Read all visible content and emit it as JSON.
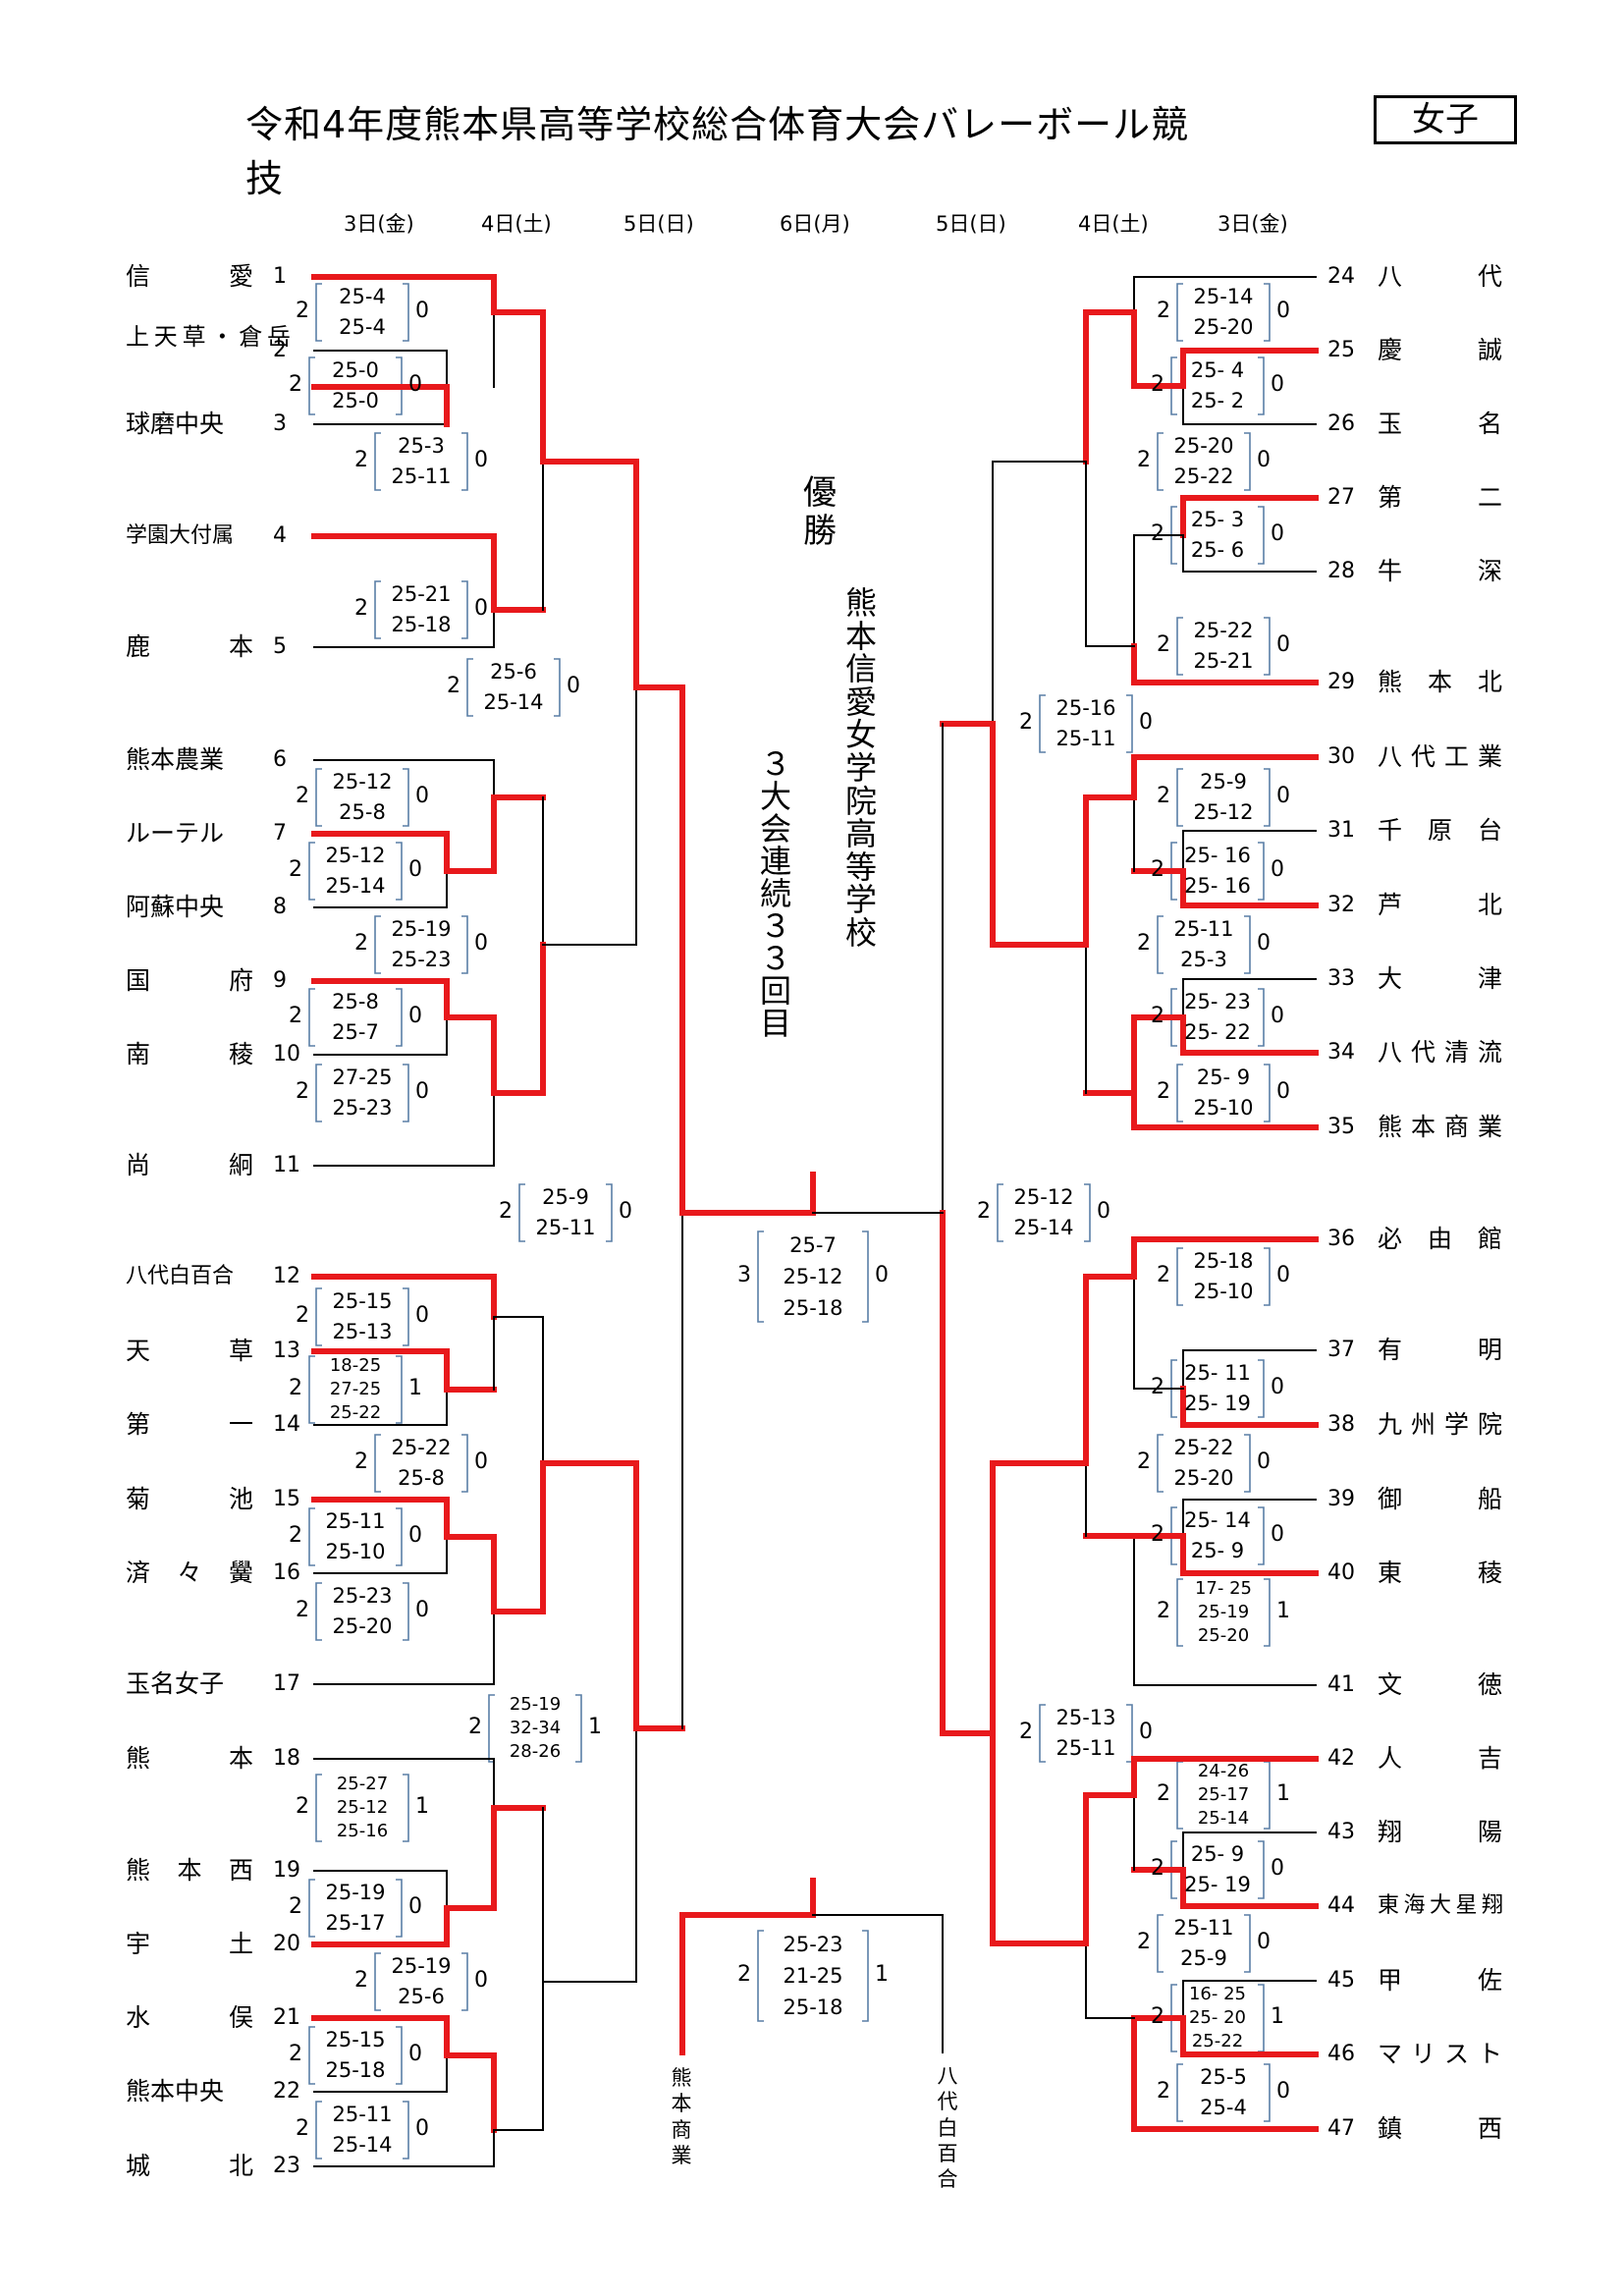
{
  "header": {
    "title": "令和4年度熊本県高等学校総合体育大会バレーボール競技",
    "badge": "女子"
  },
  "days": [
    {
      "label": "3日(金)"
    },
    {
      "label": "4日(土)"
    },
    {
      "label": "5日(日)"
    },
    {
      "label": "6日(月)"
    },
    {
      "label": "5日(日)"
    },
    {
      "label": "4日(土)"
    },
    {
      "label": "3日(金)"
    }
  ],
  "teams": [
    {
      "num": "1",
      "name": "信愛"
    },
    {
      "num": "2",
      "name": "上天草・倉岳"
    },
    {
      "num": "3",
      "name": "球磨中央"
    },
    {
      "num": "4",
      "name": "学園大付属"
    },
    {
      "num": "5",
      "name": "鹿本"
    },
    {
      "num": "6",
      "name": "熊本農業"
    },
    {
      "num": "7",
      "name": "ルーテル"
    },
    {
      "num": "8",
      "name": "阿蘇中央"
    },
    {
      "num": "9",
      "name": "国府"
    },
    {
      "num": "10",
      "name": "南稜"
    },
    {
      "num": "11",
      "name": "尚絅"
    },
    {
      "num": "12",
      "name": "八代白百合"
    },
    {
      "num": "13",
      "name": "天草"
    },
    {
      "num": "14",
      "name": "第一"
    },
    {
      "num": "15",
      "name": "菊池"
    },
    {
      "num": "16",
      "name": "済々黌"
    },
    {
      "num": "17",
      "name": "玉名女子"
    },
    {
      "num": "18",
      "name": "熊本"
    },
    {
      "num": "19",
      "name": "熊本西"
    },
    {
      "num": "20",
      "name": "宇土"
    },
    {
      "num": "21",
      "name": "水俣"
    },
    {
      "num": "22",
      "name": "熊本中央"
    },
    {
      "num": "23",
      "name": "城北"
    },
    {
      "num": "24",
      "name": "八代"
    },
    {
      "num": "25",
      "name": "慶誠"
    },
    {
      "num": "26",
      "name": "玉名"
    },
    {
      "num": "27",
      "name": "第二"
    },
    {
      "num": "28",
      "name": "牛深"
    },
    {
      "num": "29",
      "name": "熊本北"
    },
    {
      "num": "30",
      "name": "八代工業"
    },
    {
      "num": "31",
      "name": "千原台"
    },
    {
      "num": "32",
      "name": "芦北"
    },
    {
      "num": "33",
      "name": "大津"
    },
    {
      "num": "34",
      "name": "八代清流"
    },
    {
      "num": "35",
      "name": "熊本商業"
    },
    {
      "num": "36",
      "name": "必由館"
    },
    {
      "num": "37",
      "name": "有明"
    },
    {
      "num": "38",
      "name": "九州学院"
    },
    {
      "num": "39",
      "name": "御船"
    },
    {
      "num": "40",
      "name": "東稜"
    },
    {
      "num": "41",
      "name": "文徳"
    },
    {
      "num": "42",
      "name": "人吉"
    },
    {
      "num": "43",
      "name": "翔陽"
    },
    {
      "num": "44",
      "name": "東海大星翔"
    },
    {
      "num": "45",
      "name": "甲佐"
    },
    {
      "num": "46",
      "name": "マリスト"
    },
    {
      "num": "47",
      "name": "鎮西"
    }
  ],
  "matches": [
    {
      "winner_sets": "2",
      "loser_sets": "0",
      "scores": [
        "25-4",
        "25-4"
      ]
    },
    {
      "winner_sets": "2",
      "loser_sets": "0",
      "scores": [
        "25-0",
        "25-0"
      ]
    },
    {
      "winner_sets": "2",
      "loser_sets": "0",
      "scores": [
        "25-3",
        "25-11"
      ]
    },
    {
      "winner_sets": "2",
      "loser_sets": "0",
      "scores": [
        "25-21",
        "25-18"
      ]
    },
    {
      "winner_sets": "2",
      "loser_sets": "0",
      "scores": [
        "25-6",
        "25-14"
      ]
    },
    {
      "winner_sets": "2",
      "loser_sets": "0",
      "scores": [
        "25-12",
        "25-8"
      ]
    },
    {
      "winner_sets": "2",
      "loser_sets": "0",
      "scores": [
        "25-12",
        "25-14"
      ]
    },
    {
      "winner_sets": "2",
      "loser_sets": "0",
      "scores": [
        "25-19",
        "25-23"
      ]
    },
    {
      "winner_sets": "2",
      "loser_sets": "0",
      "scores": [
        "25-8",
        "25-7"
      ]
    },
    {
      "winner_sets": "2",
      "loser_sets": "0",
      "scores": [
        "27-25",
        "25-23"
      ]
    },
    {
      "winner_sets": "2",
      "loser_sets": "0",
      "scores": [
        "25-9",
        "25-11"
      ]
    },
    {
      "winner_sets": "2",
      "loser_sets": "0",
      "scores": [
        "25-15",
        "25-13"
      ]
    },
    {
      "winner_sets": "2",
      "loser_sets": "1",
      "scores": [
        "18-25",
        "27-25",
        "25-22"
      ]
    },
    {
      "winner_sets": "2",
      "loser_sets": "0",
      "scores": [
        "25-22",
        "25-8"
      ]
    },
    {
      "winner_sets": "2",
      "loser_sets": "0",
      "scores": [
        "25-11",
        "25-10"
      ]
    },
    {
      "winner_sets": "2",
      "loser_sets": "0",
      "scores": [
        "25-23",
        "25-20"
      ]
    },
    {
      "winner_sets": "2",
      "loser_sets": "1",
      "scores": [
        "25-19",
        "32-34",
        "28-26"
      ]
    },
    {
      "winner_sets": "2",
      "loser_sets": "1",
      "scores": [
        "25-27",
        "25-12",
        "25-16"
      ]
    },
    {
      "winner_sets": "2",
      "loser_sets": "0",
      "scores": [
        "25-19",
        "25-17"
      ]
    },
    {
      "winner_sets": "2",
      "loser_sets": "0",
      "scores": [
        "25-19",
        "25-6"
      ]
    },
    {
      "winner_sets": "2",
      "loser_sets": "0",
      "scores": [
        "25-15",
        "25-18"
      ]
    },
    {
      "winner_sets": "2",
      "loser_sets": "0",
      "scores": [
        "25-11",
        "25-14"
      ]
    },
    {
      "winner_sets": "2",
      "loser_sets": "0",
      "scores": [
        "25-14",
        "25-20"
      ]
    },
    {
      "winner_sets": "2",
      "loser_sets": "0",
      "scores": [
        "25- 4",
        "25- 2"
      ]
    },
    {
      "winner_sets": "2",
      "loser_sets": "0",
      "scores": [
        "25-20",
        "25-22"
      ]
    },
    {
      "winner_sets": "2",
      "loser_sets": "0",
      "scores": [
        "25- 3",
        "25- 6"
      ]
    },
    {
      "winner_sets": "2",
      "loser_sets": "0",
      "scores": [
        "25-22",
        "25-21"
      ]
    },
    {
      "winner_sets": "2",
      "loser_sets": "0",
      "scores": [
        "25-16",
        "25-11"
      ]
    },
    {
      "winner_sets": "2",
      "loser_sets": "0",
      "scores": [
        "25-9",
        "25-12"
      ]
    },
    {
      "winner_sets": "2",
      "loser_sets": "0",
      "scores": [
        "25- 16",
        "25- 16"
      ]
    },
    {
      "winner_sets": "2",
      "loser_sets": "0",
      "scores": [
        "25-11",
        "25-3"
      ]
    },
    {
      "winner_sets": "2",
      "loser_sets": "0",
      "scores": [
        "25- 23",
        "25- 22"
      ]
    },
    {
      "winner_sets": "2",
      "loser_sets": "0",
      "scores": [
        "25- 9",
        "25-10"
      ]
    },
    {
      "winner_sets": "2",
      "loser_sets": "0",
      "scores": [
        "25-12",
        "25-14"
      ]
    },
    {
      "winner_sets": "2",
      "loser_sets": "0",
      "scores": [
        "25-18",
        "25-10"
      ]
    },
    {
      "winner_sets": "2",
      "loser_sets": "0",
      "scores": [
        "25- 11",
        "25- 19"
      ]
    },
    {
      "winner_sets": "2",
      "loser_sets": "0",
      "scores": [
        "25-22",
        "25-20"
      ]
    },
    {
      "winner_sets": "2",
      "loser_sets": "0",
      "scores": [
        "25- 14",
        "25- 9"
      ]
    },
    {
      "winner_sets": "2",
      "loser_sets": "1",
      "scores": [
        "17- 25",
        "25-19",
        "25-20"
      ]
    },
    {
      "winner_sets": "2",
      "loser_sets": "0",
      "scores": [
        "25-13",
        "25-11"
      ]
    },
    {
      "winner_sets": "2",
      "loser_sets": "1",
      "scores": [
        "24-26",
        "25-17",
        "25-14"
      ]
    },
    {
      "winner_sets": "2",
      "loser_sets": "0",
      "scores": [
        "25- 9",
        "25- 19"
      ]
    },
    {
      "winner_sets": "2",
      "loser_sets": "0",
      "scores": [
        "25-11",
        "25-9"
      ]
    },
    {
      "winner_sets": "2",
      "loser_sets": "1",
      "scores": [
        "16- 25",
        "25- 20",
        "25-22"
      ]
    },
    {
      "winner_sets": "2",
      "loser_sets": "0",
      "scores": [
        "25-5",
        "25-4"
      ]
    },
    {
      "winner_sets": "3",
      "loser_sets": "0",
      "scores": [
        "25-7",
        "25-12",
        "25-18"
      ]
    },
    {
      "winner_sets": "2",
      "loser_sets": "1",
      "scores": [
        "25-23",
        "21-25",
        "25-18"
      ]
    }
  ],
  "center": {
    "champion_label": "優勝",
    "champion_name": "熊本信愛女学院 高等学校",
    "record": "３大会連続３３回目",
    "third_left": "熊本商業",
    "third_right": "八代白百合"
  }
}
